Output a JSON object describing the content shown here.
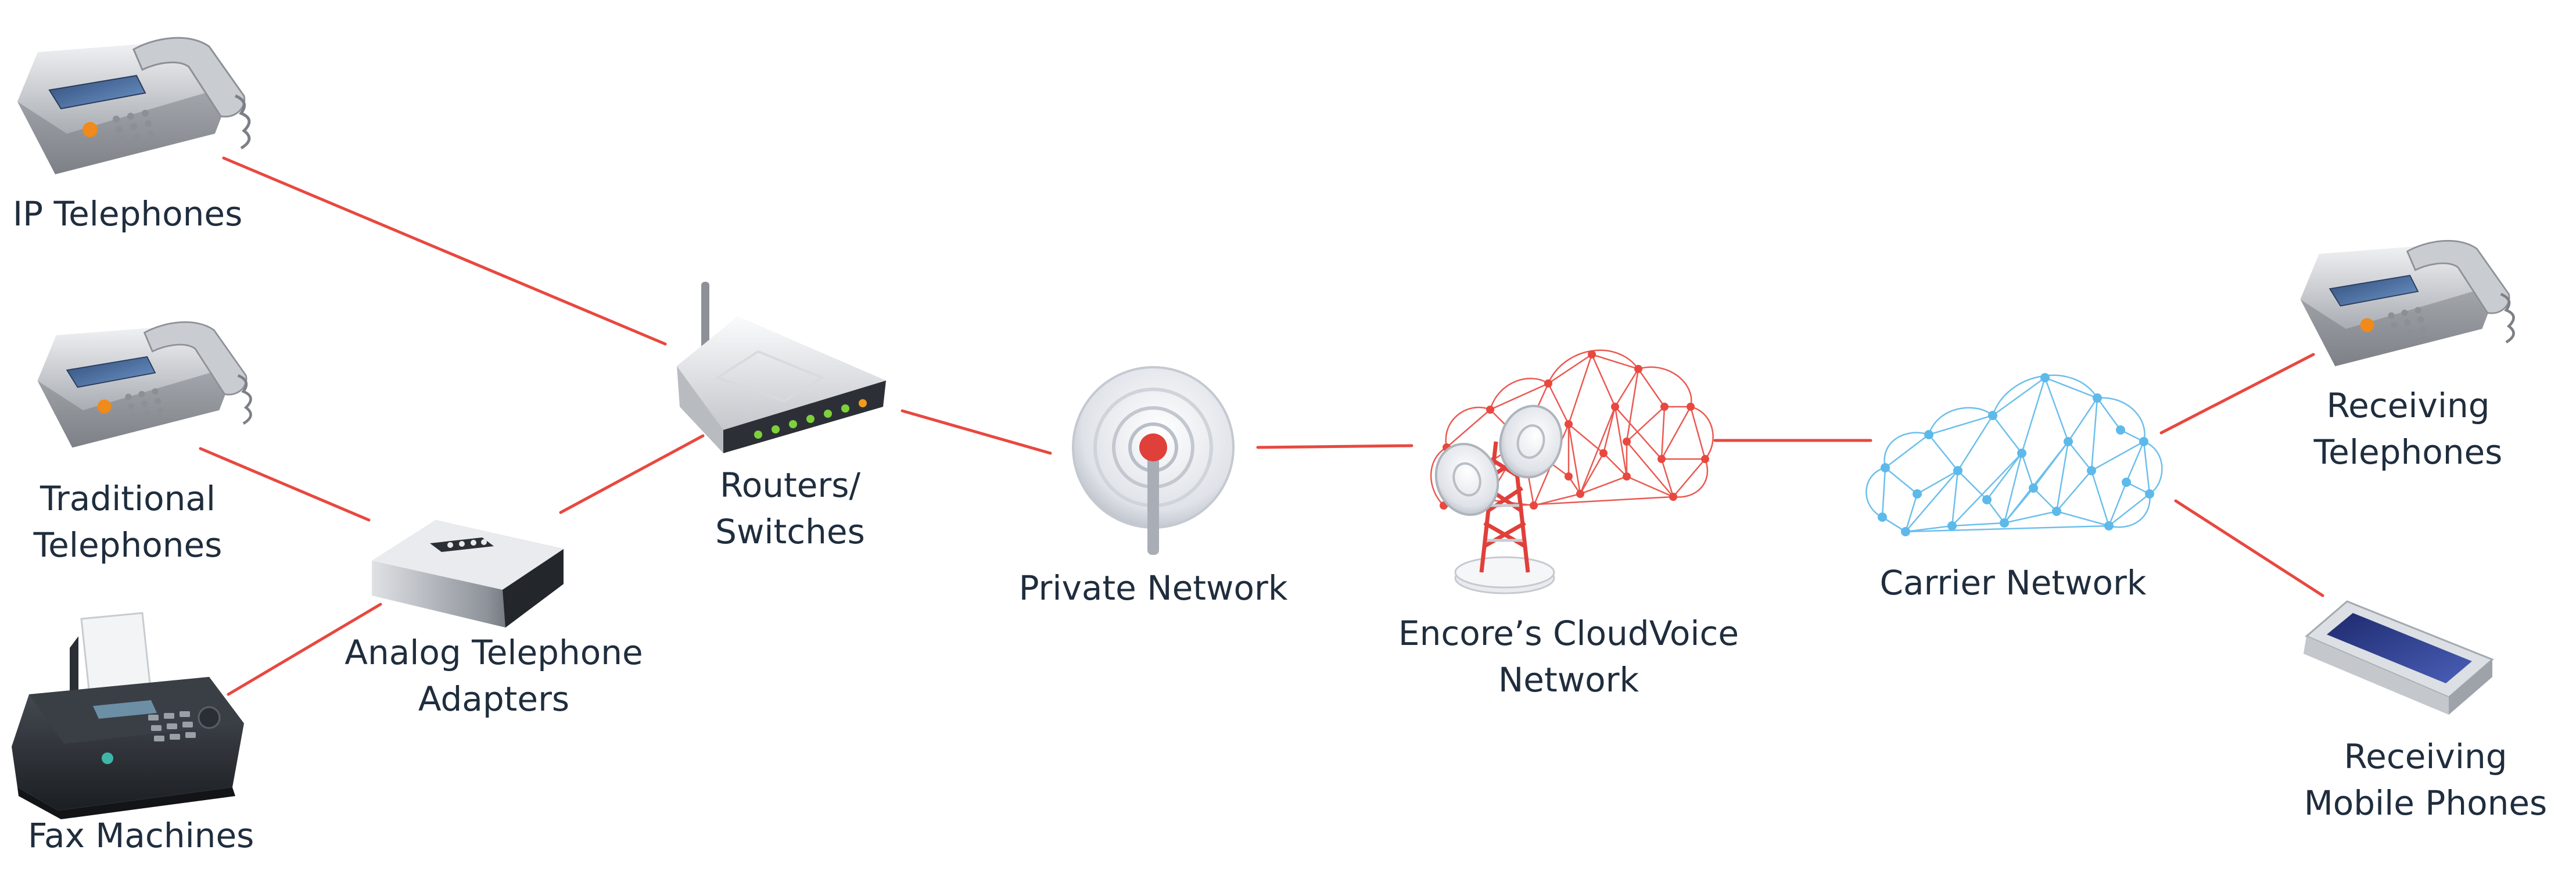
{
  "nodes": {
    "ip_telephones": {
      "label": "IP Telephones"
    },
    "traditional_telephones": {
      "line1": "Traditional",
      "line2": "Telephones"
    },
    "fax_machines": {
      "label": "Fax Machines"
    },
    "analog_adapters": {
      "line1": "Analog Telephone",
      "line2": "Adapters"
    },
    "routers_switches": {
      "line1": "Routers/",
      "line2": "Switches"
    },
    "private_network": {
      "label": "Private Network"
    },
    "cloudvoice_network": {
      "line1": "Encore’s CloudVoice",
      "line2": "Network"
    },
    "carrier_network": {
      "label": "Carrier Network"
    },
    "receiving_telephones": {
      "line1": "Receiving",
      "line2": "Telephones"
    },
    "receiving_mobile": {
      "line1": "Receiving",
      "line2": "Mobile Phones"
    }
  },
  "colors": {
    "link": "#e8483f",
    "accent_red": "#e0403a",
    "carrier_blue": "#5db9ea",
    "text": "#1f2d3d"
  },
  "icons": {
    "ip_telephones": "desk-phone-icon",
    "traditional_telephones": "desk-phone-icon",
    "fax_machines": "fax-machine-icon",
    "analog_adapters": "telephone-adapter-icon",
    "routers_switches": "router-icon",
    "private_network": "wireless-signal-icon",
    "cloudvoice_network": "cloud-tower-icon",
    "carrier_network": "network-cloud-icon",
    "receiving_telephones": "desk-phone-icon",
    "receiving_mobile": "mobile-phone-icon"
  }
}
